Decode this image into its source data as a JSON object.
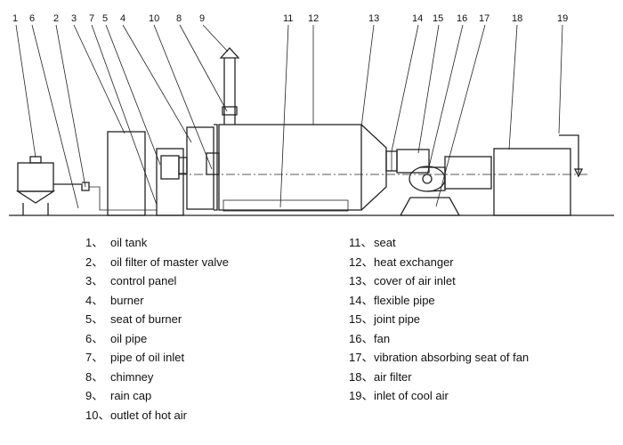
{
  "callouts": [
    "1",
    "6",
    "2",
    "3",
    "7",
    "5",
    "4",
    "10",
    "8",
    "9",
    "11",
    "12",
    "13",
    "14",
    "15",
    "16",
    "17",
    "18",
    "19"
  ],
  "legend": {
    "left": [
      {
        "num": "1、",
        "label": "oil tank"
      },
      {
        "num": "2、",
        "label": "oil filter of master valve"
      },
      {
        "num": "3、",
        "label": "control panel"
      },
      {
        "num": "4、",
        "label": "burner"
      },
      {
        "num": "5、",
        "label": "seat of burner"
      },
      {
        "num": "6、",
        "label": "oil pipe"
      },
      {
        "num": "7、",
        "label": "pipe of oil inlet"
      },
      {
        "num": "8、",
        "label": "chimney"
      },
      {
        "num": "9、",
        "label": "rain cap"
      },
      {
        "num": "10、",
        "label": "outlet of hot air"
      }
    ],
    "right": [
      {
        "num": "11、",
        "label": "seat"
      },
      {
        "num": "12、",
        "label": "heat exchanger"
      },
      {
        "num": "13、",
        "label": "cover of air inlet"
      },
      {
        "num": "14、",
        "label": "flexible pipe"
      },
      {
        "num": "15、",
        "label": "joint pipe"
      },
      {
        "num": "16、",
        "label": "fan"
      },
      {
        "num": "17、",
        "label": "vibration absorbing seat of fan"
      },
      {
        "num": "18、",
        "label": "air filter"
      },
      {
        "num": "19、",
        "label": "inlet of cool air"
      }
    ]
  }
}
